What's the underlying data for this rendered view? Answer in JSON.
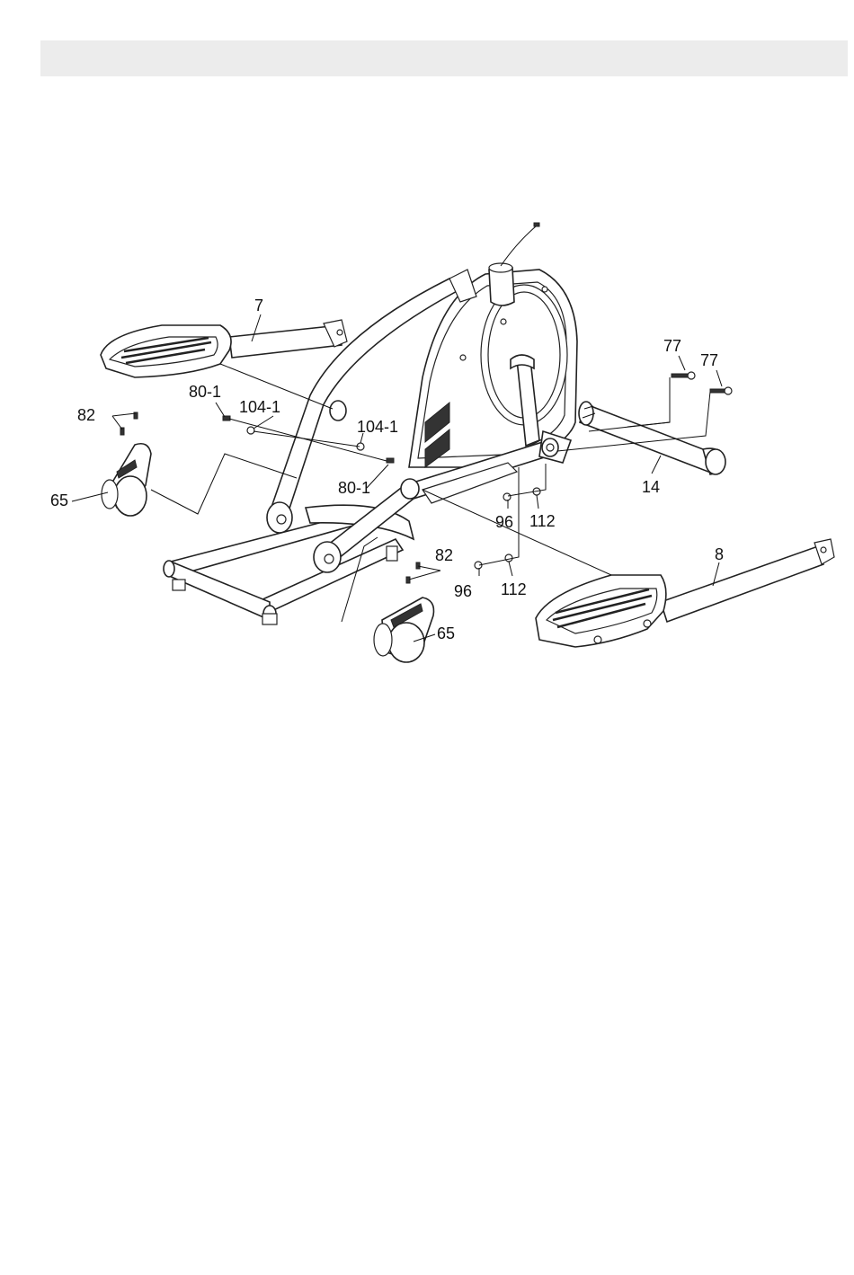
{
  "callouts": {
    "c7": "7",
    "c8": "8",
    "c14": "14",
    "c65a": "65",
    "c65b": "65",
    "c77a": "77",
    "c77b": "77",
    "c80a": "80-1",
    "c80b": "80-1",
    "c82a": "82",
    "c82b": "82",
    "c96a": "96",
    "c96b": "96",
    "c104a": "104-1",
    "c104b": "104-1",
    "c112a": "112",
    "c112b": "112"
  }
}
